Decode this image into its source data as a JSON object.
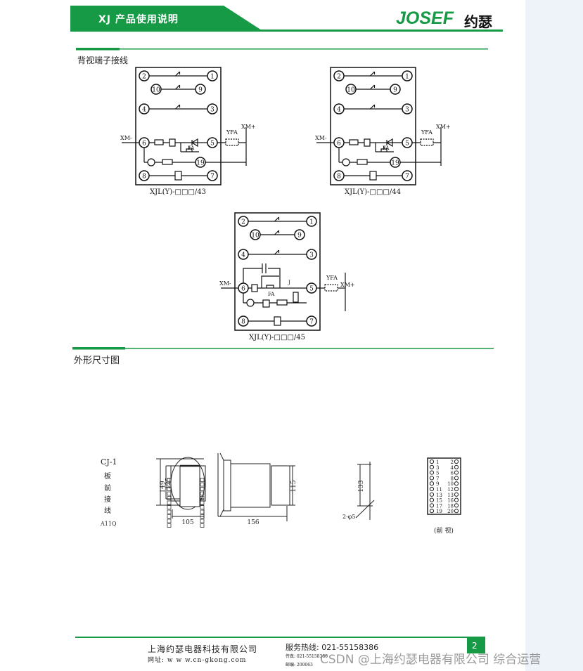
{
  "header": {
    "title": "XJ 产品使用说明",
    "logo_en": "JOSEF",
    "logo_cn": "约瑟",
    "brand_color": "#169a45"
  },
  "sections": {
    "wiring": "背视端子接线",
    "dimensions": "外形尺寸图"
  },
  "diagrams": [
    {
      "caption": "XJL(Y)-□□□/43",
      "xm_minus": "XM-",
      "xm_plus": "XM+",
      "yfa": "YFA",
      "fa": "FA",
      "terminals": [
        "2",
        "1",
        "10",
        "9",
        "4",
        "3",
        "6",
        "5",
        "19",
        "8",
        "7"
      ]
    },
    {
      "caption": "XJL(Y)-□□□/44",
      "xm_minus": "XM-",
      "xm_plus": "XM+",
      "yfa": "YFA",
      "fa": "FA",
      "terminals": [
        "2",
        "1",
        "10",
        "9",
        "4",
        "3",
        "6",
        "5",
        "19",
        "8",
        "7"
      ]
    },
    {
      "caption": "XJL(Y)-□□□/45",
      "xm_minus": "XM-",
      "xm_plus": "XM+",
      "yfa": "YFA",
      "fa": "FA",
      "j": "J",
      "terminals": [
        "2",
        "1",
        "10",
        "9",
        "4",
        "3",
        "6",
        "5",
        "8",
        "7"
      ]
    }
  ],
  "dimension": {
    "model": "CJ-1",
    "mount": [
      "板",
      "前",
      "接",
      "线"
    ],
    "code": "A11Q",
    "dims": {
      "h_outer": "149",
      "h_inner": "125",
      "width": "105",
      "depth": "156",
      "body_h": "115",
      "cutout_h": "133",
      "holes": "2-φ5"
    },
    "front_terminals": [
      [
        "1",
        "2"
      ],
      [
        "3",
        "4"
      ],
      [
        "5",
        "6"
      ],
      [
        "7",
        "8"
      ],
      [
        "9",
        "10"
      ],
      [
        "11",
        "12"
      ],
      [
        "13",
        "13"
      ],
      [
        "15",
        "16"
      ],
      [
        "17",
        "18"
      ],
      [
        "19",
        "20"
      ]
    ],
    "front_label": "(前 视)"
  },
  "footer": {
    "company": "上海约瑟电器科技有限公司",
    "website": "网址: w w w.cn-gkong.com",
    "hotline": "服务热线: 021-55158386",
    "fax": "传真: 021-55158386",
    "postcode": "邮编: 200063",
    "page": "2"
  },
  "watermark": "CSDN @上海约瑟电器有限公司 综合运营"
}
